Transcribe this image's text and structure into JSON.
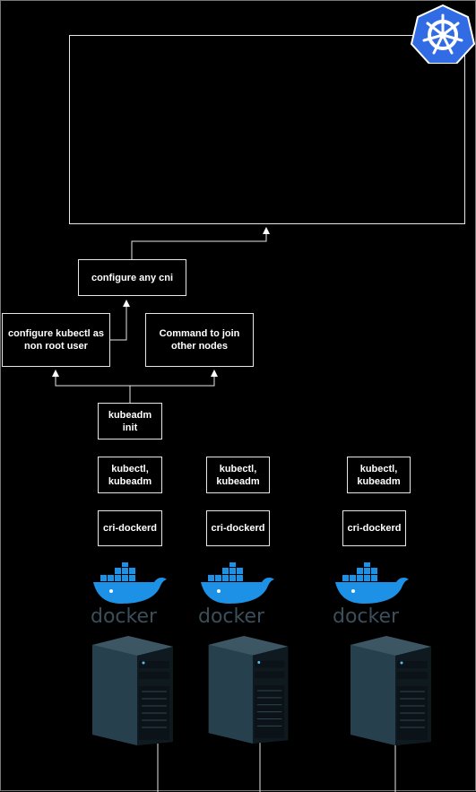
{
  "nodes": {
    "cni": "configure any cni",
    "kubectl_user": "configure kubectl as\nnon root user",
    "join_cmd": "Command to join\nother nodes",
    "kubeadm_init": "kubeadm\ninit",
    "tools": [
      "kubectl,\nkubeadm",
      "kubectl,\nkubeadm",
      "kubectl,\nkubeadm"
    ],
    "cri": [
      "cri-dockerd",
      "cri-dockerd",
      "cri-dockerd"
    ]
  },
  "docker_logo_text": "docker",
  "colors": {
    "background": "#000000",
    "line": "#e6e6e6",
    "docker_blue": "#1d91e6",
    "docker_text": "#3b4f5a",
    "k8s_blue": "#326ce5"
  },
  "icons": {
    "kubernetes": "kubernetes-logo-icon",
    "docker": "docker-whale-icon",
    "server": "server-tower-icon"
  }
}
